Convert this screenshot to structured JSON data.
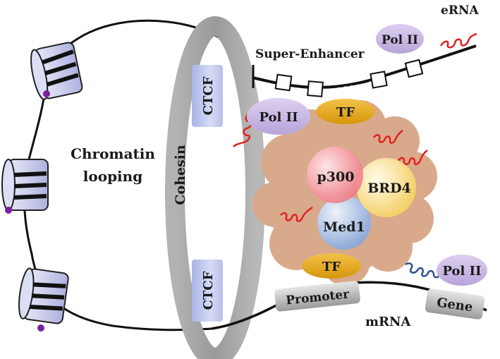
{
  "labels": {
    "erna": "eRNA",
    "super_enhancer": "Super-Enhancer",
    "pol2_top": "Pol II",
    "pol2_mid": "Pol II",
    "pol2_gene": "Pol II",
    "ctcf_top": "CTCF",
    "ctcf_bottom": "CTCF",
    "cohesin": "Cohesin",
    "chromatin_line1": "Chromatin",
    "chromatin_line2": "looping",
    "tf_top": "TF",
    "tf_bottom": "TF",
    "p300": "p300",
    "brd4": "BRD4",
    "med1": "Med1",
    "promoter": "Promoter",
    "gene": "Gene",
    "mrna": "mRNA"
  },
  "colors": {
    "cohesin_ring": "#a6a6a6",
    "ctcf_box": "#c9cff0",
    "pol2": "#cdbbe6",
    "tf": "#e3a60c",
    "condensate": "#d9a98c",
    "p300": "#f08d93",
    "brd4": "#f7e08a",
    "med1": "#9eb6de",
    "nucleosome": "#c7c9ec",
    "rna_red": "#e02020",
    "rna_blue": "#2d4f8e"
  }
}
